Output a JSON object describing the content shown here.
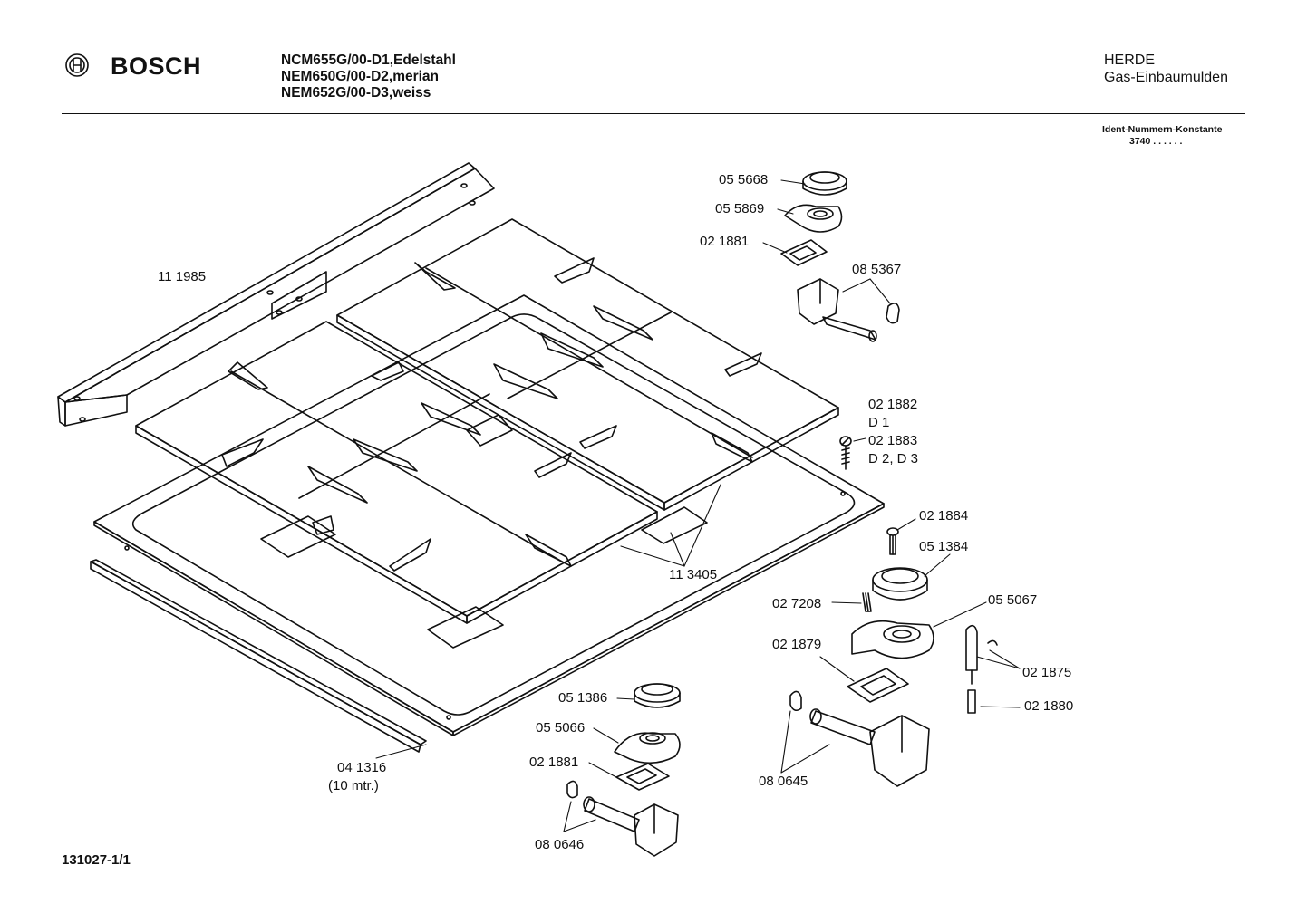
{
  "header": {
    "brand": "BOSCH",
    "models": [
      "NCM655G/00-D1,Edelstahl",
      "NEM650G/00-D2,merian",
      "NEM652G/00-D3,weiss"
    ],
    "category": "HERDE",
    "subcategory": "Gas-Einbaumulden",
    "ident_label": "Ident-Nummern-Konstante",
    "ident_value": "3740  . .   . . . ."
  },
  "footer": {
    "doc_id": "131027-1/1"
  },
  "parts": {
    "p111985": "11 1985",
    "p055668": "05 5668",
    "p055869": "05 5869",
    "p021881a": "02 1881",
    "p085367": "08 5367",
    "p021882": "02 1882",
    "p021882_var": "D 1",
    "p021883": "02 1883",
    "p021883_var": "D 2,  D 3",
    "p021884": "02 1884",
    "p051384": "05 1384",
    "p113405": "11 3405",
    "p027208": "02 7208",
    "p055067": "05 5067",
    "p021879": "02 1879",
    "p021875": "02 1875",
    "p021880": "02 1880",
    "p051386": "05 1386",
    "p055066": "05 5066",
    "p021881b": "02 1881",
    "p080646": "08 0646",
    "p080645": "08 0645",
    "p041316": "04 1316",
    "p041316_note": "(10 mtr.)"
  },
  "colors": {
    "line": "#111111",
    "background": "#ffffff"
  }
}
